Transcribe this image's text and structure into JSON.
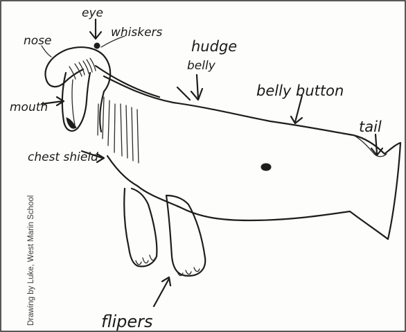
{
  "labels": {
    "nose": "nose",
    "eye": "eye",
    "whiskers": "whiskers",
    "hudge": "hudge",
    "belly": "belly",
    "belly_button": "belly button",
    "mouth": "mouth",
    "chest_shield": "chest shield",
    "tail": "tail",
    "flipers": "flipers"
  },
  "credit": "Drawing by Luke, West Marin School"
}
